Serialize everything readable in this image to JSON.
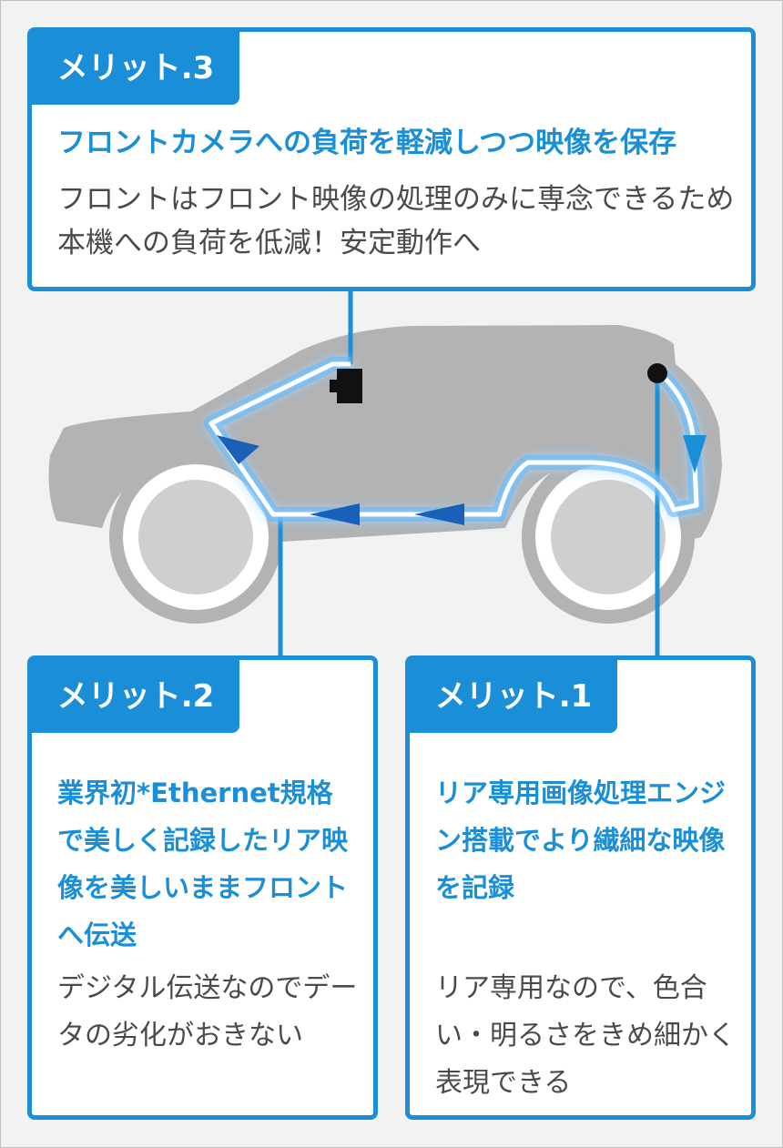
{
  "colors": {
    "accent": "#1a8fd8",
    "car_body": "#b3b3b3",
    "wire_glow": "#38b6ff",
    "text_body": "#4a4a4a"
  },
  "merit3": {
    "tag": "メリット.3",
    "headline": "フロントカメラへの負荷を軽減しつつ映像を保存",
    "body": "フロントはフロント映像の処理のみに専念できるため本機への負荷を低減！安定動作へ"
  },
  "merit2": {
    "tag": "メリット.2",
    "headline": "業界初*Ethernet規格で美しく記録したリア映像を美しいままフロントへ伝送",
    "body": "デジタル伝送なのでデータの劣化がおきない"
  },
  "merit1": {
    "tag": "メリット.1",
    "headline": "リア専用画像処理エンジン搭載でより繊細な映像を記録",
    "body": "リア専用なので、色合い・明るさをきめ細かく表現できる"
  },
  "icons": {
    "car": "car-silhouette-icon",
    "front_camera": "front-camera-icon",
    "rear_camera": "rear-camera-icon"
  }
}
